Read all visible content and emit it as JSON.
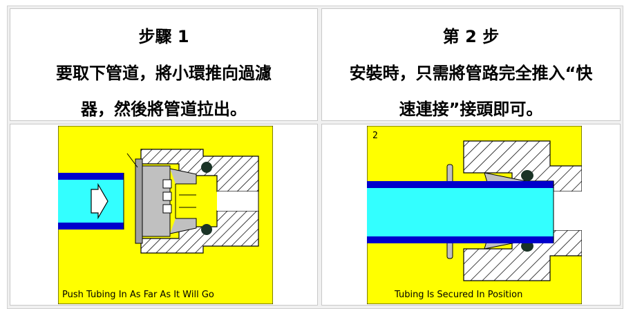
{
  "step1": {
    "heading": "步驟 1",
    "line2": "要取下管道，將小環推向過濾",
    "line3": "器，然後將管道拉出。"
  },
  "step2": {
    "heading": "第 2 步",
    "line2": "安裝時，只需將管路完全推入“快",
    "line3": "速連接”接頭即可。"
  },
  "diagram1": {
    "caption": "Push Tubing In As Far As It Will Go"
  },
  "diagram2": {
    "number": "2",
    "caption": "Tubing Is Secured In Position"
  },
  "colors": {
    "background_yellow": "#ffff00",
    "tube_cyan": "#33ffff",
    "tube_blue": "#0000cc",
    "fitting_gray": "#c0c0c0",
    "oring_dark": "#1a3326"
  }
}
